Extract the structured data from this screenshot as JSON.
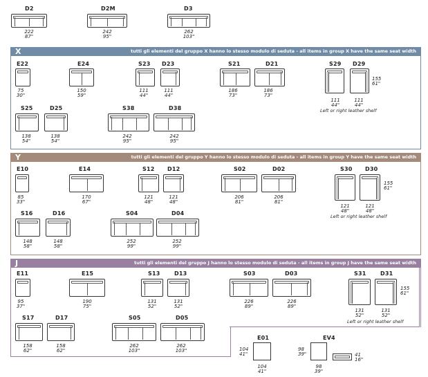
{
  "top": {
    "d2": {
      "code": "D2",
      "cm": "222",
      "in": "87\""
    },
    "d2m": {
      "code": "D2M",
      "cm": "242",
      "in": "95\""
    },
    "d3": {
      "code": "D3",
      "cm": "262",
      "in": "103\""
    }
  },
  "x": {
    "letter": "X",
    "header": "tutti gli elementi del gruppo X hanno lo stesso modulo di seduta  -  all items in group X have the same seat width",
    "color": "#6f8ba6",
    "e22": {
      "code": "E22",
      "cm": "75",
      "in": "30\""
    },
    "e24": {
      "code": "E24",
      "cm": "150",
      "in": "59\""
    },
    "s23": {
      "code": "S23",
      "cm": "111",
      "in": "44\""
    },
    "d23": {
      "code": "D23",
      "cm": "111",
      "in": "44\""
    },
    "s21": {
      "code": "S21",
      "cm": "186",
      "in": "73\""
    },
    "d21": {
      "code": "D21",
      "cm": "186",
      "in": "73\""
    },
    "s29": {
      "code": "S29",
      "cm": "111",
      "in": "44\""
    },
    "d29": {
      "code": "D29",
      "cm": "111",
      "in": "44\""
    },
    "depth": {
      "cm": "155",
      "in": "61\""
    },
    "shelf_note": "Left or right leather shelf",
    "s25": {
      "code": "S25",
      "cm": "138",
      "in": "54\""
    },
    "d25": {
      "code": "D25",
      "cm": "138",
      "in": "54\""
    },
    "s38": {
      "code": "S38",
      "cm": "242",
      "in": "95\""
    },
    "d38": {
      "code": "D38",
      "cm": "242",
      "in": "95\""
    }
  },
  "y": {
    "letter": "Y",
    "header": "tutti gli elementi del gruppo Y hanno lo stesso modulo di seduta  -  all items in group Y have the same seat width",
    "color": "#a48a7a",
    "e10": {
      "code": "E10",
      "cm": "85",
      "in": "33\""
    },
    "e14": {
      "code": "E14",
      "cm": "170",
      "in": "67\""
    },
    "s12": {
      "code": "S12",
      "cm": "121",
      "in": "48\""
    },
    "d12": {
      "code": "D12",
      "cm": "121",
      "in": "48\""
    },
    "s02": {
      "code": "S02",
      "cm": "206",
      "in": "81\""
    },
    "d02": {
      "code": "D02",
      "cm": "206",
      "in": "81\""
    },
    "s30": {
      "code": "S30",
      "cm": "121",
      "in": "48\""
    },
    "d30": {
      "code": "D30",
      "cm": "121",
      "in": "48\""
    },
    "depth": {
      "cm": "155",
      "in": "61\""
    },
    "shelf_note": "Left or right leather shelf",
    "s16": {
      "code": "S16",
      "cm": "148",
      "in": "58\""
    },
    "d16": {
      "code": "D16",
      "cm": "148",
      "in": "58\""
    },
    "s04": {
      "code": "S04",
      "cm": "252",
      "in": "99\""
    },
    "d04": {
      "code": "D04",
      "cm": "252",
      "in": "99\""
    }
  },
  "j": {
    "letter": "J",
    "header": "tutti gli elementi del gruppo J hanno lo stesso modulo di seduta  -  all items in group J have the same seat width",
    "color": "#9a80a0",
    "e11": {
      "code": "E11",
      "cm": "95",
      "in": "37\""
    },
    "e15": {
      "code": "E15",
      "cm": "190",
      "in": "75\""
    },
    "s13": {
      "code": "S13",
      "cm": "131",
      "in": "52\""
    },
    "d13": {
      "code": "D13",
      "cm": "131",
      "in": "52\""
    },
    "s03": {
      "code": "S03",
      "cm": "226",
      "in": "89\""
    },
    "d03": {
      "code": "D03",
      "cm": "226",
      "in": "89\""
    },
    "s31": {
      "code": "S31",
      "cm": "131",
      "in": "52\""
    },
    "d31": {
      "code": "D31",
      "cm": "131",
      "in": "52\""
    },
    "depth": {
      "cm": "155",
      "in": "61\""
    },
    "shelf_note": "Left or right leather shelf",
    "s17": {
      "code": "S17",
      "cm": "158",
      "in": "62\""
    },
    "d17": {
      "code": "D17",
      "cm": "158",
      "in": "62\""
    },
    "s05": {
      "code": "S05",
      "cm": "262",
      "in": "103\""
    },
    "d05": {
      "code": "D05",
      "cm": "262",
      "in": "103\""
    }
  },
  "extras": {
    "e01": {
      "code": "E01",
      "w_cm": "104",
      "w_in": "41\"",
      "d_cm": "104",
      "d_in": "41\""
    },
    "ev4": {
      "code": "EV4",
      "d_cm": "98",
      "d_in": "39\"",
      "w_cm": "98",
      "w_in": "39\"",
      "b_cm": "41",
      "b_in": "16\""
    }
  }
}
